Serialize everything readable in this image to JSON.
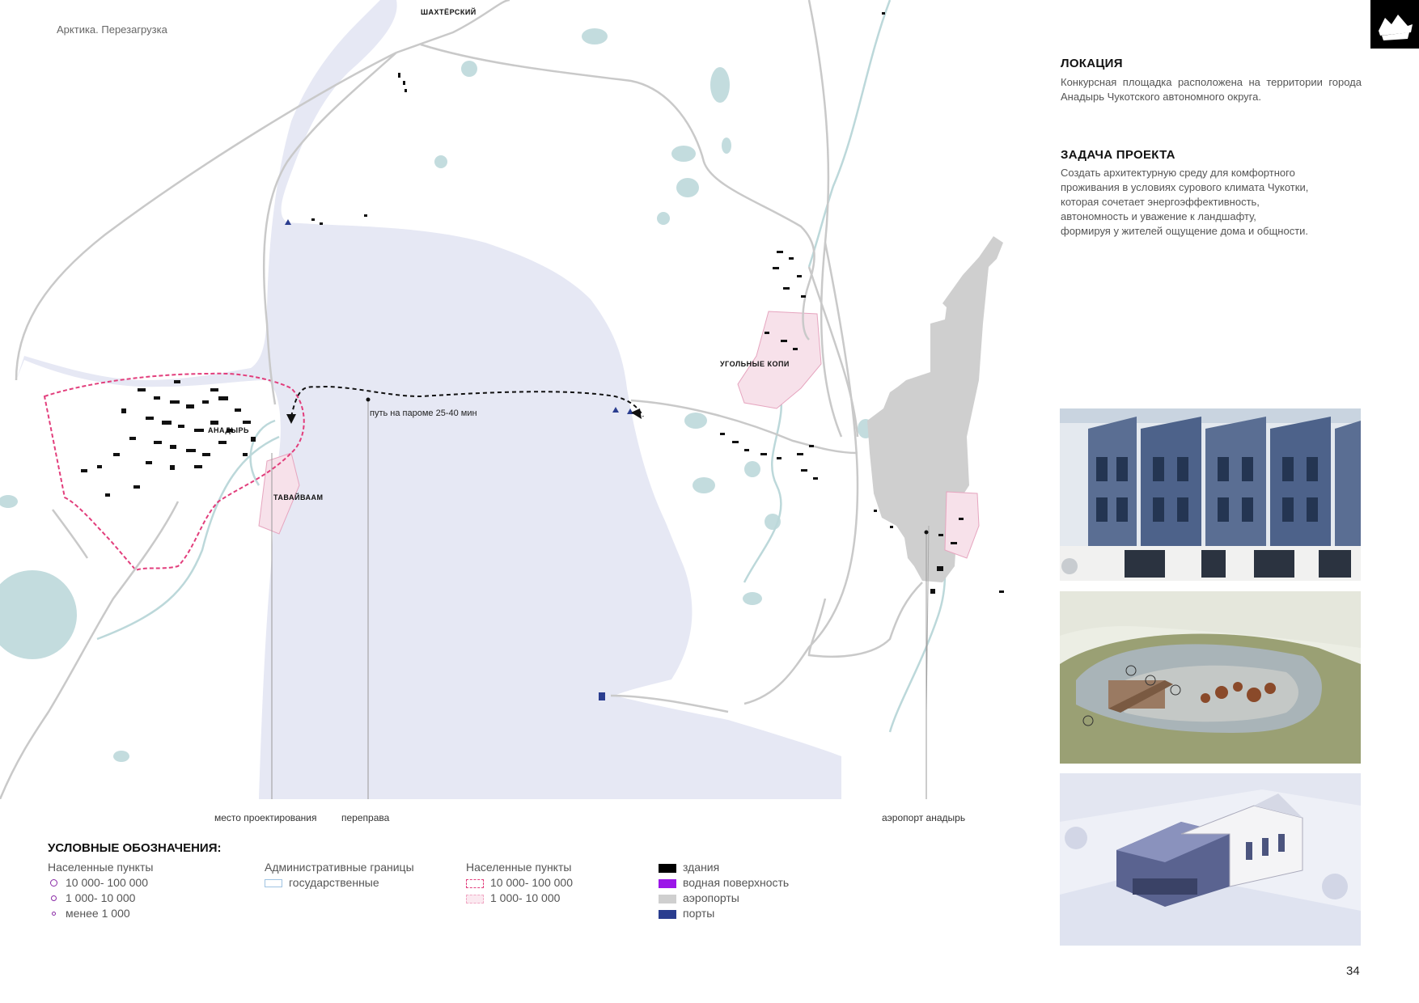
{
  "header": {
    "project_title": "Арктика. Перезагрузка",
    "page_number": "34"
  },
  "map": {
    "places": {
      "shakhtersky": "ШАХТЁРСКИЙ",
      "anadyr": "АНАДЫРЬ",
      "tavaivaam": "ТАВАЙВААМ",
      "ugolnye_kopi": "УГОЛЬНЫЕ КОПИ"
    },
    "ferry_label": "путь на пароме 25-40 мин",
    "callouts": {
      "design_site": "место проектирования",
      "crossing": "переправа",
      "airport": "аэропорт анадырь"
    },
    "colors": {
      "sea": "#e6e8f4",
      "lake": "#c3dcde",
      "road": "#c9c9c9",
      "airport": "#cfcfcf",
      "settlement": "#f7e1ea",
      "border": "#e23e7c",
      "port": "#2a3d8f"
    }
  },
  "location": {
    "title": "ЛОКАЦИЯ",
    "text": "Конкурсная площадка расположена на территории города Анадырь Чукотского автономного округа."
  },
  "task": {
    "title": "ЗАДАЧА ПРОЕКТА",
    "lines": [
      "Создать архитектурную среду для комфортного",
      "проживания в условиях сурового климата Чукотки,",
      "которая сочетает энергоэффективность,",
      "автономность и уважение к ландшафту,",
      "формируя у жителей ощущение дома и общности."
    ]
  },
  "legend": {
    "title": "УСЛОВНЫЕ ОБОЗНАЧЕНИЯ:",
    "settlements_points": {
      "heading": "Населенные пункты",
      "items": [
        "10 000- 100 000",
        "1 000- 10 000",
        "менее 1 000"
      ]
    },
    "admin": {
      "heading": "Административные границы",
      "items": [
        "государственные"
      ]
    },
    "settlements_areas": {
      "heading": "Населенные пункты",
      "items": [
        "10 000- 100 000",
        "1 000- 10 000"
      ]
    },
    "features": {
      "items": [
        {
          "label": "здания",
          "color": "#000000"
        },
        {
          "label": "водная поверхность",
          "color": "#9b16e8"
        },
        {
          "label": "аэропорты",
          "color": "#cfcfcf"
        },
        {
          "label": "порты",
          "color": "#2a3d8f"
        }
      ]
    }
  }
}
